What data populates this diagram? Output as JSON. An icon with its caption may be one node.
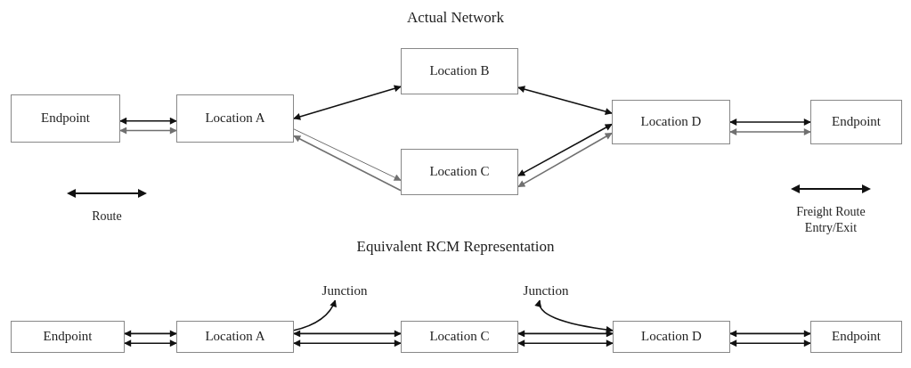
{
  "diagram": {
    "title": "Actual Network",
    "nodes": [
      {
        "text": [
          "Endpoint"
        ]
      },
      {
        "text": [
          "Location A"
        ]
      },
      {
        "text": [
          "Location B"
        ]
      },
      {
        "text": [
          "Location C"
        ]
      },
      {
        "text": [
          "Location D"
        ]
      },
      {
        "text": [
          "Endpoint"
        ]
      },
      {
        "text": [
          "Endpoint"
        ]
      },
      {
        "text": [
          "Location A"
        ]
      },
      {
        "text": [
          "Location C"
        ]
      },
      {
        "text": [
          "Location D"
        ]
      },
      {
        "text": [
          "Endpoint"
        ]
      },
      {
        "text": [
          "Junction"
        ]
      },
      {
        "text": [
          "Junction"
        ]
      }
    ],
    "edges": [
      {
        "from": 0,
        "to": 1,
        "arrow": "both"
      },
      {
        "from": 0,
        "to": 1,
        "arrow": "both",
        "color": "#707070"
      },
      {
        "from": 1,
        "to": 2,
        "arrow": "both"
      },
      {
        "from": 1,
        "to": 3,
        "arrow": "to",
        "color": "#707070"
      },
      {
        "from": 3,
        "to": 1,
        "arrow": "to",
        "color": "#707070"
      },
      {
        "from": 2,
        "to": 4,
        "arrow": "both"
      },
      {
        "from": 3,
        "to": 4,
        "arrow": "both"
      },
      {
        "from": 3,
        "to": 4,
        "arrow": "both",
        "color": "#707070"
      },
      {
        "from": 4,
        "to": 5,
        "arrow": "both"
      },
      {
        "from": 4,
        "to": 5,
        "arrow": "both",
        "color": "#707070"
      },
      {
        "from": 6,
        "to": 7,
        "arrow": "both"
      },
      {
        "from": 6,
        "to": 7,
        "arrow": "both"
      },
      {
        "from": 7,
        "to": 8,
        "arrow": "both"
      },
      {
        "from": 7,
        "to": 8,
        "arrow": "both"
      },
      {
        "from": 8,
        "to": 9,
        "arrow": "both"
      },
      {
        "from": 8,
        "to": 9,
        "arrow": "both"
      },
      {
        "from": 9,
        "to": 10,
        "arrow": "both"
      },
      {
        "from": 9,
        "to": 10,
        "arrow": "both"
      },
      {
        "from": 7,
        "to": 11,
        "arrow": "to"
      },
      {
        "from": 12,
        "to": 9,
        "arrow": "both"
      }
    ],
    "labels": [
      "Equivalent RCM Representation"
    ],
    "legend": [
      {
        "text": "Route"
      },
      {
        "text": "Freight Route Entry/Exit"
      }
    ]
  }
}
